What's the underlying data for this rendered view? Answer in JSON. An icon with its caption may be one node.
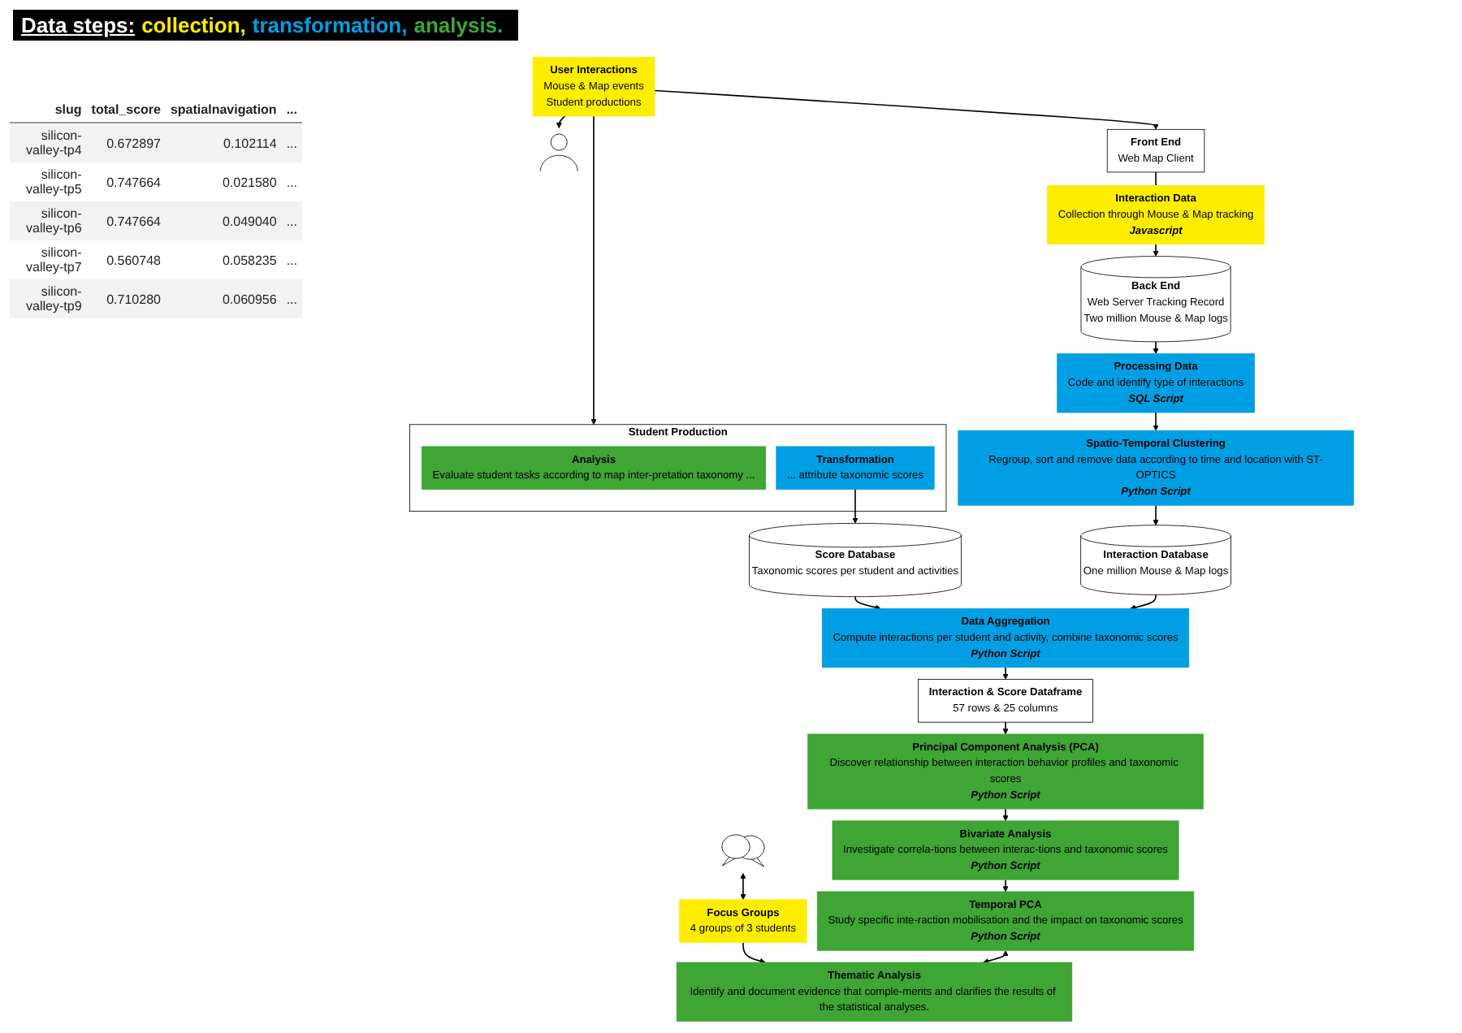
{
  "diagram": {
    "title": "Data steps:",
    "nodes": [
      {
        "text": [],
        "shape": "person"
      },
      {
        "text": [
          "User Interactions",
          "Mouse & Map events",
          "Student productions"
        ]
      },
      {
        "text": [
          "Front End",
          "Web Map Client"
        ]
      },
      {
        "text": [
          "Interaction Data",
          "Collection through Mouse & Map tracking",
          "Javascript"
        ]
      },
      {
        "text": [
          "Back End",
          "Web Server Tracking Record",
          "Two million Mouse & Map logs"
        ]
      },
      {
        "text": [
          "Processing Data",
          "Code and identify type of interactions",
          "SQL Script"
        ]
      },
      {
        "text": [
          "Student Production"
        ]
      },
      {
        "text": [
          "Analysis",
          "Evaluate student tasks according to map inter-pretation taxonomy ..."
        ],
        "in": 6
      },
      {
        "text": [
          "Transformation",
          "... attribute taxonomic scores"
        ],
        "in": 6
      },
      {
        "text": [
          "Score Database",
          "Taxonomic scores per student and activities"
        ]
      },
      {
        "text": [
          "Data Aggregation",
          "Compute interactions per student and activity, combine taxonomic scores",
          "Python Script"
        ]
      },
      {
        "text": [
          "Interaction Database",
          "One million Mouse & Map logs"
        ]
      },
      {
        "text": [
          "Spatio-Temporal Clustering",
          "Regroup, sort and remove data according to time and location with ST-OPTICS",
          "Python Script"
        ]
      },
      {
        "text": [
          "Interaction & Score Dataframe",
          "57 rows & 25 columns"
        ]
      },
      {
        "text": [],
        "shape": "bubble"
      },
      {
        "text": [
          "Focus Groups",
          "4 groups of 3 students"
        ]
      },
      {
        "text": [
          "Principal Component Analysis (PCA)",
          "Discover relationship between interaction behavior profiles and taxonomic scores",
          "Python Script"
        ]
      },
      {
        "text": [
          "Bivariate Analysis",
          "Investigate correla-tions between interac-tions and taxonomic scores",
          "Python Script"
        ]
      },
      {
        "text": [
          "Temporal PCA",
          "Study specific inte-raction mobilisation and the impact on taxonomic scores",
          "Python Script"
        ]
      },
      {
        "text": [
          "Thematic Analysis",
          "Identify and document evidence that comple-ments and clarifies the results of the statistical analyses."
        ]
      }
    ],
    "edges": [
      {
        "from": 1,
        "to": 0,
        "arrow": "to"
      },
      {
        "from": 1,
        "to": 2,
        "arrow": "to"
      },
      {
        "from": 2,
        "to": 3,
        "arrow": "none"
      },
      {
        "from": 3,
        "to": 4,
        "arrow": "to"
      },
      {
        "from": 4,
        "to": 5,
        "arrow": "to"
      },
      {
        "from": 1,
        "to": 6,
        "arrow": "to"
      },
      {
        "from": 5,
        "to": 12,
        "arrow": "to"
      },
      {
        "from": 8,
        "to": 9,
        "arrow": "to"
      },
      {
        "from": 9,
        "to": 10,
        "arrow": "to"
      },
      {
        "from": 11,
        "to": 10,
        "arrow": "to"
      },
      {
        "from": 12,
        "to": 11,
        "arrow": "to"
      },
      {
        "from": 10,
        "to": 13,
        "arrow": "to"
      },
      {
        "from": 14,
        "to": 15,
        "arrow": "both"
      },
      {
        "from": 15,
        "to": 19,
        "arrow": "to"
      },
      {
        "from": 13,
        "to": 16,
        "arrow": "to"
      },
      {
        "from": 16,
        "to": 17,
        "arrow": "to"
      },
      {
        "from": 17,
        "to": 18,
        "arrow": "to"
      },
      {
        "from": 18,
        "to": 19,
        "arrow": "both"
      }
    ],
    "labels": [
      "slug",
      "total_score",
      "spatialnavigation",
      "...",
      "silicon-valley-tp4",
      "0.672897",
      "0.102114",
      "...",
      "silicon-valley-tp5",
      "0.747664",
      "0.021580",
      "...",
      "silicon-valley-tp6",
      "0.747664",
      "0.049040",
      "...",
      "silicon-valley-tp7",
      "0.560748",
      "0.058235",
      "...",
      "silicon-valley-tp9",
      "0.710280",
      "0.060956",
      "..."
    ],
    "legend": [
      {
        "text": "collection,",
        "color": "#ffed00"
      },
      {
        "text": "transformation,",
        "color": "#009fe3"
      },
      {
        "text": "analysis.",
        "color": "#3fa535"
      }
    ]
  }
}
